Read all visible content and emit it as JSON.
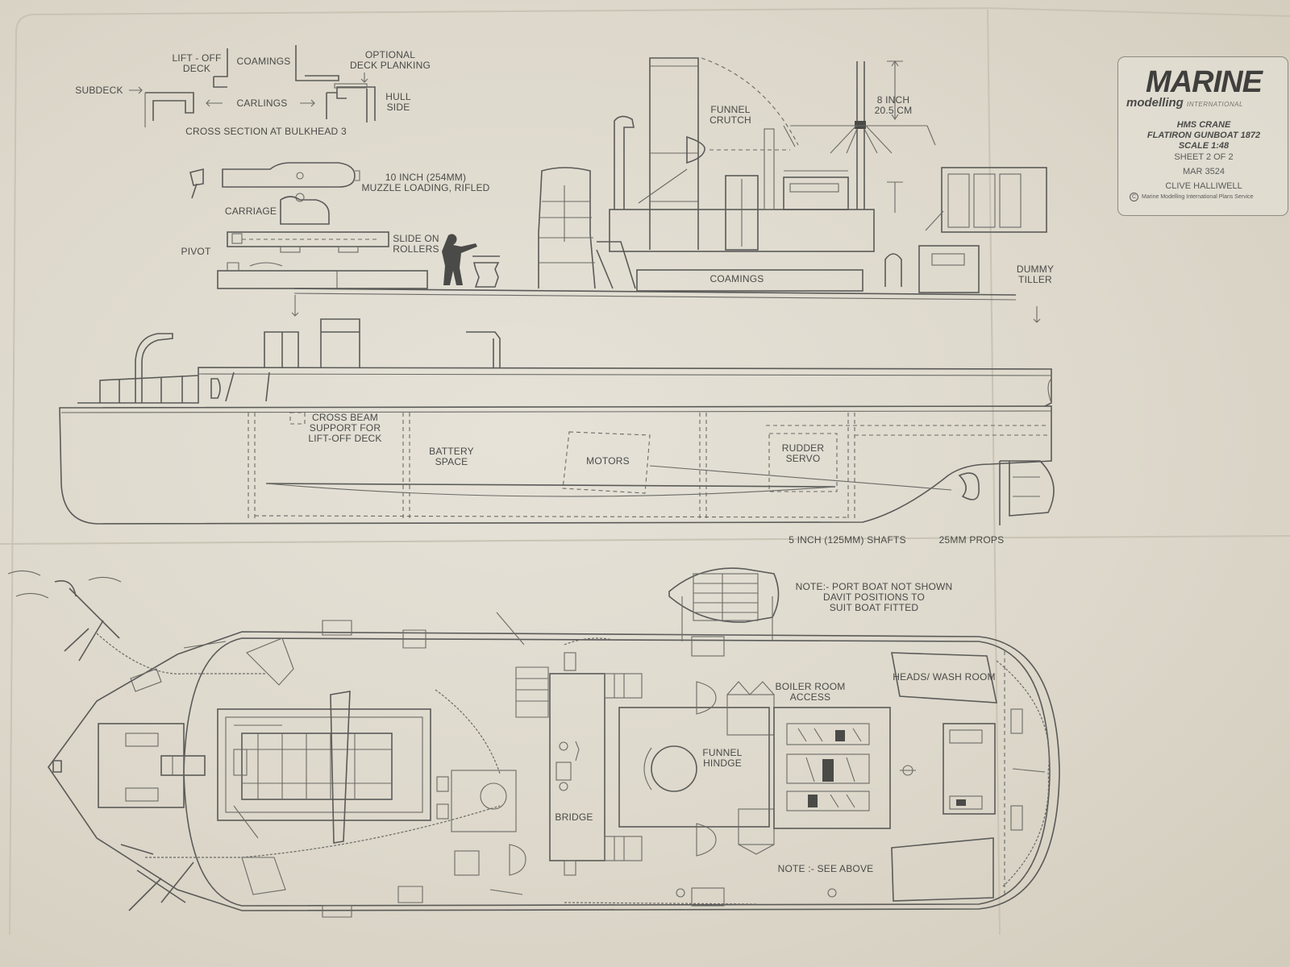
{
  "title_block": {
    "brand": "MARINE",
    "brand_sub": "modelling",
    "brand_sub_extra": "INTERNATIONAL",
    "model": "HMS CRANE",
    "description": "FLATIRON GUNBOAT 1872",
    "scale": "SCALE 1:48",
    "sheet": "SHEET 2 OF 2",
    "plan_number": "MAR 3524",
    "designer": "CLIVE HALLIWELL",
    "copyright": "Marine Modelling International Plans Service"
  },
  "labels": {
    "lift_off_deck": "LIFT - OFF\nDECK",
    "coamings_top": "COAMINGS",
    "optional_planking": "OPTIONAL\nDECK PLANKING",
    "subdeck": "SUBDECK",
    "carlings": "CARLINGS",
    "hull_side": "HULL\nSIDE",
    "cross_section": "CROSS SECTION AT BULKHEAD 3",
    "gun": "10 INCH (254MM)\nMUZZLE LOADING, RIFLED",
    "carriage": "CARRIAGE",
    "pivot": "PIVOT",
    "slide": "SLIDE ON\nROLLERS",
    "funnel_crutch": "FUNNEL\nCRUTCH",
    "mast_height": "8 INCH\n20.5 CM",
    "coamings_main": "COAMINGS",
    "dummy_tiller": "DUMMY\nTILLER",
    "cross_beam": "CROSS BEAM\nSUPPORT FOR\nLIFT-OFF DECK",
    "battery": "BATTERY\nSPACE",
    "motors": "MOTORS",
    "rudder_servo": "RUDDER\nSERVO",
    "shafts": "5 INCH (125MM) SHAFTS",
    "props": "25MM PROPS",
    "note_port_boat": "NOTE:- PORT BOAT NOT SHOWN\nDAVIT POSITIONS TO\nSUIT BOAT FITTED",
    "heads": "HEADS/ WASH ROOM",
    "boiler_access": "BOILER ROOM\nACCESS",
    "funnel_hinge": "FUNNEL\nHINDGE",
    "bridge": "BRIDGE",
    "note_see_above": "NOTE :- SEE ABOVE"
  },
  "colors": {
    "paper": "#e3ded2",
    "ink": "#5a5a58"
  }
}
